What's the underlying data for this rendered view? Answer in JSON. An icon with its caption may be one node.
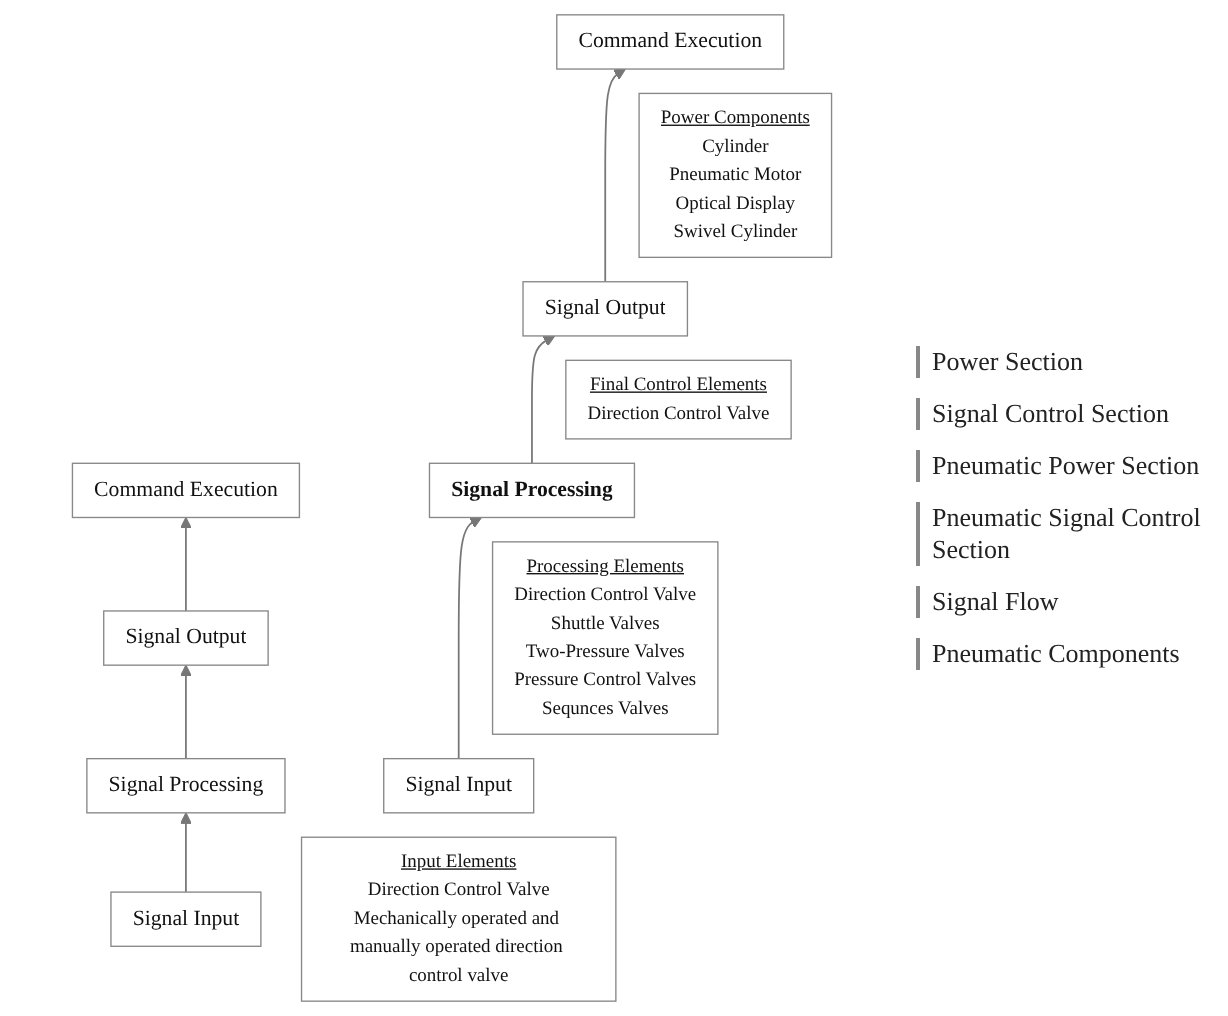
{
  "diagram": {
    "nodes": [
      {
        "text": [
          "Command Execution"
        ]
      },
      {
        "text": [
          "Signal Output"
        ]
      },
      {
        "text": [
          "Signal Processing"
        ]
      },
      {
        "text": [
          "Signal Input"
        ]
      },
      {
        "text": [
          "Command Execution"
        ]
      },
      {
        "text": [
          "Power Components",
          "Cylinder",
          "Pneumatic Motor",
          "Optical Display",
          "Swivel Cylinder"
        ]
      },
      {
        "text": [
          "Signal Output"
        ]
      },
      {
        "text": [
          "Final Control Elements",
          "Direction Control Valve"
        ]
      },
      {
        "text": [
          "Signal Processing"
        ]
      },
      {
        "text": [
          "Processing Elements",
          "Direction Control Valve",
          "Shuttle Valves",
          "Two-Pressure Valves",
          "Pressure Control Valves",
          "Sequnces Valves"
        ]
      },
      {
        "text": [
          "Signal Input"
        ]
      },
      {
        "text": [
          "Input Elements",
          "Direction Control Valve",
          "Mechanically operated and manually operated direction control valve"
        ]
      }
    ],
    "edges": [
      {
        "from": 1,
        "to": 0,
        "arrow": "to"
      },
      {
        "from": 2,
        "to": 1,
        "arrow": "to"
      },
      {
        "from": 3,
        "to": 2,
        "arrow": "to"
      },
      {
        "from": 6,
        "to": 4,
        "arrow": "to"
      },
      {
        "from": 8,
        "to": 6,
        "arrow": "to"
      },
      {
        "from": 10,
        "to": 8,
        "arrow": "to"
      }
    ],
    "labels": [
      "Power Section",
      "Signal Control Section",
      "Pneumatic Power Section",
      "Pneumatic Signal Control Section",
      "Signal Flow",
      "Pneumatic Components"
    ]
  }
}
